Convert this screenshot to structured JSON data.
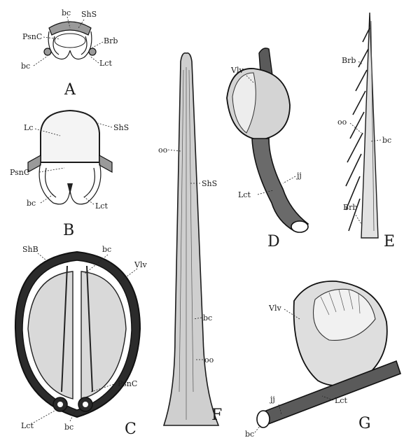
{
  "figures": {
    "A": {
      "letter": "A",
      "labels": [
        "bc",
        "ShS",
        "PsnC",
        "Brb",
        "bc",
        "Lct"
      ]
    },
    "B": {
      "letter": "B",
      "labels": [
        "Lc",
        "ShS",
        "PsnC",
        "bc",
        "Lct"
      ]
    },
    "C": {
      "letter": "C",
      "labels": [
        "ShB",
        "bc",
        "Vlv",
        "PsnC",
        "Lct",
        "bc"
      ]
    },
    "D": {
      "letter": "D",
      "labels": [
        "Vlv",
        "jj",
        "Lct"
      ]
    },
    "E": {
      "letter": "E",
      "labels": [
        "Brb",
        "oo",
        "bc",
        "Brb"
      ]
    },
    "F": {
      "letter": "F",
      "labels": [
        "oo",
        "ShS",
        "bc",
        "oo"
      ]
    },
    "G": {
      "letter": "G",
      "labels": [
        "Vlv",
        "jj",
        "Lct",
        "bc"
      ]
    }
  },
  "colors": {
    "ink": "#1b1b1b",
    "paper": "#ffffff",
    "shade": "#9a9a9a"
  }
}
